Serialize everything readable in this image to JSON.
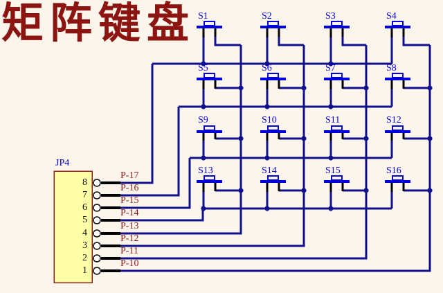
{
  "title": "矩阵键盘",
  "connector": {
    "name": "JP4",
    "pins": [
      {
        "number": "8",
        "label": "P-17"
      },
      {
        "number": "7",
        "label": "P-16"
      },
      {
        "number": "6",
        "label": "P-15"
      },
      {
        "number": "5",
        "label": "P-14"
      },
      {
        "number": "4",
        "label": "P-13"
      },
      {
        "number": "3",
        "label": "P-12"
      },
      {
        "number": "2",
        "label": "P-11"
      },
      {
        "number": "1",
        "label": "P-10"
      }
    ]
  },
  "switches": [
    {
      "label": "S1"
    },
    {
      "label": "S2"
    },
    {
      "label": "S3"
    },
    {
      "label": "S4"
    },
    {
      "label": "S5"
    },
    {
      "label": "S6"
    },
    {
      "label": "S7"
    },
    {
      "label": "S8"
    },
    {
      "label": "S9"
    },
    {
      "label": "S10"
    },
    {
      "label": "S11"
    },
    {
      "label": "S12"
    },
    {
      "label": "S13"
    },
    {
      "label": "S14"
    },
    {
      "label": "S15"
    },
    {
      "label": "S16"
    }
  ],
  "colors": {
    "background": "#FBF5EC",
    "wire": "#10108C",
    "switch_symbol": "#0000DC",
    "switch_contact": "#000000",
    "junction_dot": "#10108C",
    "part_text": "#8B1A1A",
    "part_fill": "#FFFFA8",
    "part_border": "#8B2020",
    "pin_number_text": "#111111",
    "designator_text": "#0000C8",
    "title_text": "#8C1511"
  }
}
